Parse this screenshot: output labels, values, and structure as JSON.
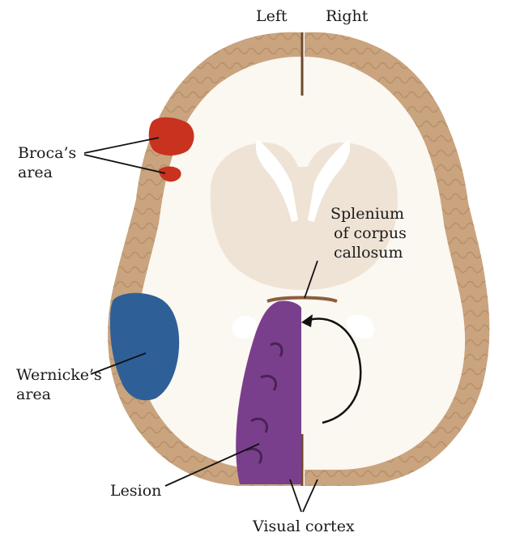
{
  "labels": {
    "left": "Left",
    "right": "Right",
    "broca_1": "Broca’s",
    "broca_2": "area",
    "wernicke_1": "Wernicke’s",
    "wernicke_2": "area",
    "splenium_1": "Splenium",
    "splenium_2": "of corpus",
    "splenium_3": "callosum",
    "lesion": "Lesion",
    "visual_cortex": "Visual cortex"
  },
  "colors": {
    "tissue": "#f4ece1",
    "gray_matter": "#c9a47e",
    "gray_matter_dark": "#8a5e3c",
    "white_matter": "#fbf7f1",
    "thalamus": "#efe3d6",
    "broca": "#c8321e",
    "wernicke": "#2f5f97",
    "lesion": "#7a3f8c",
    "ventricle": "#ffffff",
    "line": "#111111"
  }
}
